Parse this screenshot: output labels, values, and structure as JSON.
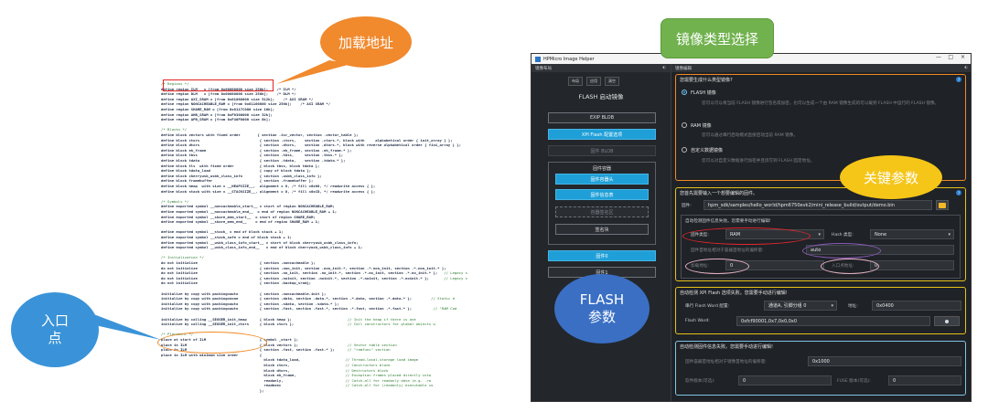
{
  "callouts": {
    "load_address": "加载地址",
    "entry_point": "入口\n点",
    "image_type": "镜像类型选择",
    "key_params": "关键参数",
    "flash_params": "FLASH\n参数"
  },
  "code_lines": [
    {
      "t": "/* Regions */"
    },
    {
      "t": "define region ILM   = [from 0x00000000 size 256k];    /* ILM */"
    },
    {
      "t": "define region DLM   = [from 0x00080000 size 256k];    /* DLM */"
    },
    {
      "t": "define region AXI_SRAM = [from 0x01080000 size 512k];    /* AXI SRAM */"
    },
    {
      "t": "define region NONCACHEABLE_RAM = [from 0x01100000 size 256k];    /* AXI SRAM */"
    },
    {
      "t": "define region SHARE_RAM = [from 0x0117C000 size 16k];"
    },
    {
      "t": "define region AHB_SRAM = [from 0xF0300000 size 32k];"
    },
    {
      "t": "define region APB_SRAM = [from 0xF40F0000 size 8k];"
    },
    {
      "t": ""
    },
    {
      "t": "/* Blocks */"
    },
    {
      "t": "define block vectors with fixed order        { section .isr_vector, section .vector_table };"
    },
    {
      "t": "define block ctors                            { section .ctors,    section .ctors.*, block with     alphabetical order { init_array } };"
    },
    {
      "t": "define block dtors                            { section .dtors,    section .dtors.*, block with reverse alphabetical order { fini_array } };"
    },
    {
      "t": "define block eh_frame                         { section .eh_frame, section .eh_frame.* };"
    },
    {
      "t": "define block tbss                             { section .tbss,     section .tbss.* };"
    },
    {
      "t": "define block tdata                            { section .tdata,    section .tdata.* };"
    },
    {
      "t": "define block tls  with fixed order            { block tbss, block tdata };"
    },
    {
      "t": "define block tdata_load                       { copy of block tdata };"
    },
    {
      "t": "define block cherryusb_usbh_class_info        { section .usbh_class_info };"
    },
    {
      "t": "define block framebuffer                      { section .framebuffer };"
    },
    {
      "t": "define block heap  with size = __HEAPSIZE__,  alignment = 8, /* fill =0x00, */ readwrite access { };"
    },
    {
      "t": "define block stack with size = __STACKSIZE__, alignment = 8, /* fill =0xCD, */ readwrite access { };"
    },
    {
      "t": ""
    },
    {
      "t": "/* Symbols */"
    },
    {
      "t": "define exported symbol __noncacheable_start__ = start of region NONCACHEABLE_RAM;"
    },
    {
      "t": "define exported symbol __noncacheable_end__  = end of region NONCACHEABLE_RAM + 1;"
    },
    {
      "t": "define exported symbol __share_mem_start__  = start of region SHARE_RAM;"
    },
    {
      "t": "define exported symbol __share_mem_end__    = end of region SHARE_RAM + 1;"
    },
    {
      "t": ""
    },
    {
      "t": "define exported symbol __stack_ = end of block stack + 1;"
    },
    {
      "t": "define exported symbol __stack_safe = end of block stack + 1;"
    },
    {
      "t": "define exported symbol __usbh_class_info_start__ = start of block cherryusb_usbh_class_info;"
    },
    {
      "t": "define exported symbol __usbh_class_info_end__   = end of block cherryusb_usbh_class_info + 1;"
    },
    {
      "t": ""
    },
    {
      "t": "/* Initialization */"
    },
    {
      "t": "do not initialize                             { section .noncacheable };"
    },
    {
      "t": "do not initialize                             { section .non_init, section .non_init.*, section .*.non_init, section .*.non_init.* };"
    },
    {
      "t": "do not initialize                             { section .no_init, section .no_init.*, section .*.no_init, section .*.no_init.* };   // Legacy s"
    },
    {
      "t": "do not initialize                             { section .noinit, section .noinit.*, section .*.noinit, section .*.noinit.* };       // Legacy s"
    },
    {
      "t": "do not initialize                             { section .backup_sram};"
    },
    {
      "t": ""
    },
    {
      "t": "initialize by copy with packing=auto          { section .noncacheable.init };"
    },
    {
      "t": "initialize by copy with packing=none          { section .data, section .data.*, section .*.data, section .*.data.* };         // Static d"
    },
    {
      "t": "initialize by copy with packing=auto          { section .sdata, section .sdata.* };"
    },
    {
      "t": "initialize by copy with packing=auto          { section .fast, section .fast.*, section .*.fast, section .*.fast.* };          // \"RAM Cod"
    },
    {
      "t": ""
    },
    {
      "t": "initialize by calling __SEGGER_init_heap      { block heap };                          // Init the heap if there is one"
    },
    {
      "t": "initialize by calling __SEGGER_init_ctors     { block ctors };                         // Call constructors for global objects w"
    },
    {
      "t": ""
    },
    {
      "t": "/* Placement */"
    },
    {
      "t": "place at start of ILM                         { symbol _start };"
    },
    {
      "t": "place in ILM                                  { block vectors };                       // Vector table section"
    },
    {
      "t": "place in ILM                                  { section .fast, section .fast.* };      // \"ramfunc\" section"
    },
    {
      "t": "place in ILM with minimum size order          {"
    },
    {
      "t": "                                                block tdata_load,                     // Thread-local-storage load image"
    },
    {
      "t": "                                                block ctors,                          // Constructors block"
    },
    {
      "t": "                                                block dtors,                          // Destructors block"
    },
    {
      "t": "                                                block eh_frame,                       // Exception frames placed directly into"
    },
    {
      "t": "                                                readonly,                             // Catch-all for readonly data (e.g. .ro"
    },
    {
      "t": "                                                readexec                              // Catch-all for (readonly) executable co"
    },
    {
      "t": "                                              };"
    }
  ],
  "app": {
    "window_title": "HPMicro Image Helper",
    "win_min": "—",
    "win_max": "□",
    "win_close": "×",
    "left_header": "镜像布局",
    "right_header": "镜像编辑",
    "pin": "⬖",
    "tools": [
      "布局",
      "应用",
      "清空"
    ],
    "flash_title": "FLASH 启动镜像",
    "nav": {
      "exip_blob": "EXIP BLOB",
      "xpi_flash": "XPI Flash 配置选项",
      "flash_blob": "固件 BLOB",
      "group_label": "固件容器",
      "fw_header": "固件容器头",
      "fw_info": "固件信息表",
      "signature": "容器签名区",
      "fw_block": "签名块",
      "firmware0": "固件0",
      "firmware1": "固件1"
    },
    "s1": {
      "title": "您需要生成什么类型镜像?",
      "help": "?",
      "opt_flash": "FLASH 镜像",
      "opt_flash_desc": "您可以可以将当前 FLASH 镜像进行签名或加密，也可以生成一个由 RAM 镜像生成的可以载到 FLASH 中运行的 FLASH 镜像。",
      "opt_ram": "RAM 镜像",
      "opt_ram_desc": "您可以通过串行启动模式直接启动当前 RAM 镜像。",
      "opt_custom": "自定义数据镜像",
      "opt_custom_desc": "您可以对自定义数据进行加密并且烧写到 FLASH 固定地址。"
    },
    "s2": {
      "title": "您首先需要输入一个想要编辑的固件。",
      "fw_label": "固件:",
      "fw_path": "hpm_sdk/samples/hello_world/hpm6750evk2/mini_release_build/output/demo.bin",
      "auto_hint": "自动检测固件信息失败。您需要手动进行编辑!",
      "type_label": "固件类型:",
      "type_value": "RAM",
      "hash_label": "Hash 类型:",
      "hash_value": "None",
      "offset_label": "固件首地址相对于容器首地址的偏移量:",
      "offset_value": "auto",
      "load_label": "加载地址:",
      "load_value": "0",
      "entry_label": "入口点地址:",
      "entry_value": "0",
      "caret": "▾"
    },
    "s3": {
      "title": "自动检测 XPI Flash 选项失败。您需要手动进行编辑!",
      "flash_word_cfg_label": "串行 Flash Word 配置:",
      "flash_word_cfg_value": "通道A, 引脚分组 0",
      "addr_label": "地址:",
      "addr_value": "0x0400",
      "flash_word_label": "Flash Word:",
      "flash_word_value": "0xfcf90001,0x7,0x0,0x0"
    },
    "s4": {
      "title": "自动检测固件信息失败。您需要手动进行编辑!",
      "offset_label": "固件容器首地址相对于镜像首地址的偏移量:",
      "offset_value": "0x1000",
      "sw_ver_label": "软件版本(可选):",
      "sw_ver_value": "0",
      "fuse_ver_label": "FUSE 版本(可选):",
      "fuse_ver_value": "0"
    }
  }
}
